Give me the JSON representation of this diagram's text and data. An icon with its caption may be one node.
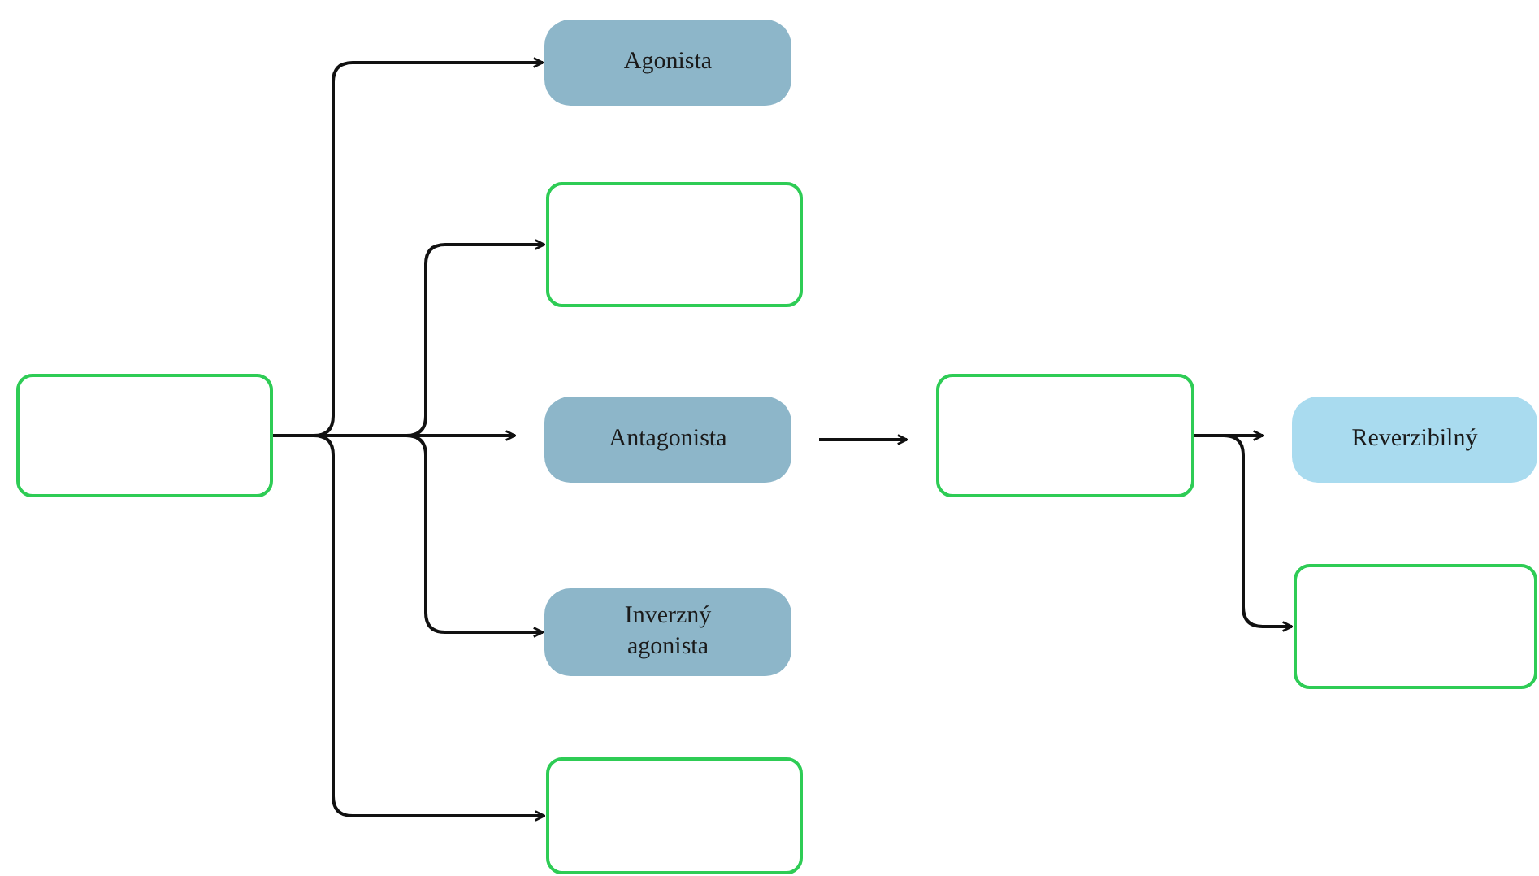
{
  "diagram": {
    "nodes": [
      {
        "text": [],
        "shape": "box"
      },
      {
        "text": [
          "Agonista"
        ]
      },
      {
        "text": [],
        "shape": "box"
      },
      {
        "text": [
          "Antagonista"
        ]
      },
      {
        "text": [
          "Inverzný agonista"
        ]
      },
      {
        "text": [],
        "shape": "box"
      },
      {
        "text": [],
        "shape": "box"
      },
      {
        "text": [
          "Reverzibilný"
        ]
      },
      {
        "text": [],
        "shape": "box"
      }
    ],
    "edges": [
      {
        "from": 0,
        "to": 1,
        "arrow": "to"
      },
      {
        "from": 0,
        "to": 2,
        "arrow": "to"
      },
      {
        "from": 0,
        "to": 3,
        "arrow": "to"
      },
      {
        "from": 0,
        "to": 4,
        "arrow": "to"
      },
      {
        "from": 0,
        "to": 5,
        "arrow": "to"
      },
      {
        "from": 3,
        "to": 6,
        "arrow": "to"
      },
      {
        "from": 6,
        "to": 7,
        "arrow": "to"
      },
      {
        "from": 6,
        "to": 8,
        "arrow": "to"
      }
    ]
  }
}
